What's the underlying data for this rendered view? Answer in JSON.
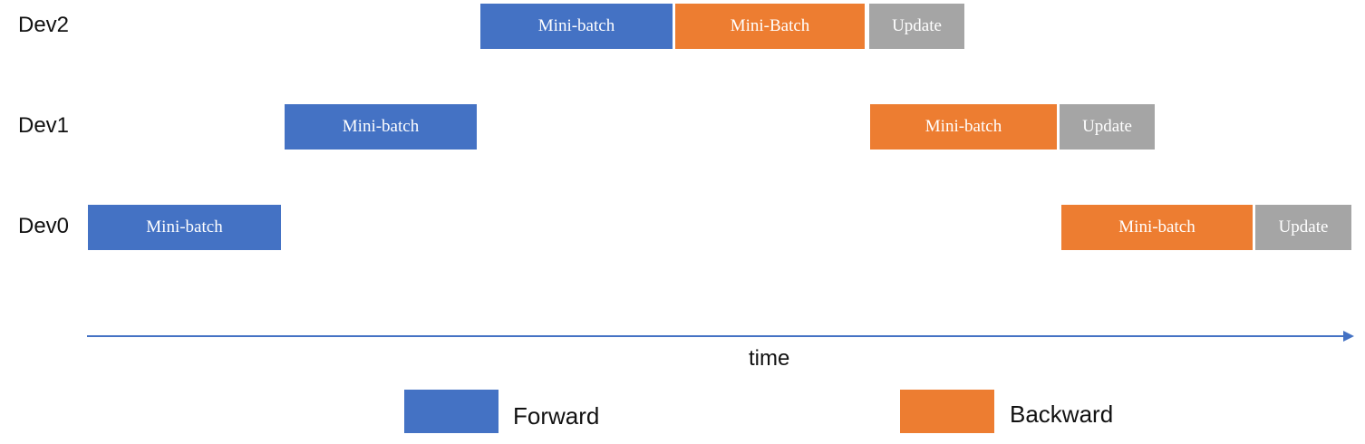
{
  "devices": {
    "dev2": "Dev2",
    "dev1": "Dev1",
    "dev0": "Dev0"
  },
  "blocks": {
    "dev2_forward": "Mini-batch",
    "dev2_backward": "Mini-Batch",
    "dev2_update": "Update",
    "dev1_forward": "Mini-batch",
    "dev1_backward": "Mini-batch",
    "dev1_update": "Update",
    "dev0_forward": "Mini-batch",
    "dev0_backward": "Mini-batch",
    "dev0_update": "Update"
  },
  "axis": {
    "label": "time"
  },
  "legend": {
    "forward": "Forward",
    "backward": "Backward"
  },
  "colors": {
    "forward": "#4472c4",
    "backward": "#ed7d31",
    "update": "#a5a5a5",
    "axis": "#4472c4"
  }
}
